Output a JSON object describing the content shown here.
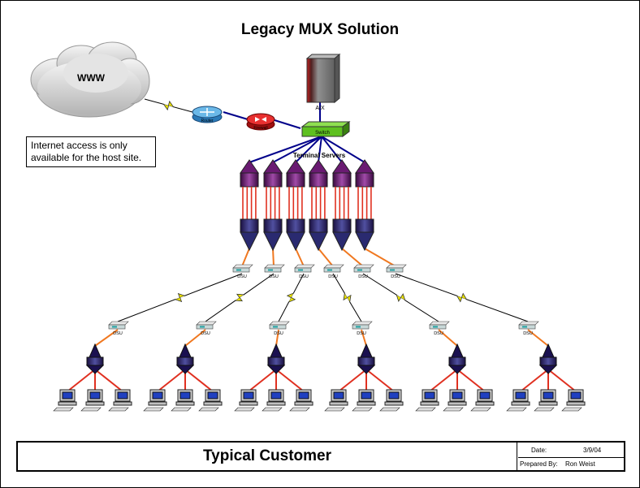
{
  "title": "Legacy MUX Solution",
  "cloud_label": "WWW",
  "note": "Internet access is only available for the host site.",
  "devices": {
    "router": "Router",
    "firewall": "Firewall",
    "switch": "Switch",
    "server": "AIX",
    "terminal_servers": "Terminal Servers",
    "dsu": "DSU"
  },
  "title_block": {
    "main": "Typical Customer",
    "date_label": "Date:",
    "date_value": "3/9/04",
    "prepared_label": "Prepared By:",
    "prepared_value": "Ron Weist"
  },
  "counts": {
    "terminal_servers": 6,
    "customer_sites": 6,
    "pcs_per_site": 3
  },
  "colors": {
    "mux": "#6a1a72",
    "cable": "#e03020",
    "orange": "#f07820",
    "lightning": "#e8e000",
    "switch": "#5ec020"
  }
}
